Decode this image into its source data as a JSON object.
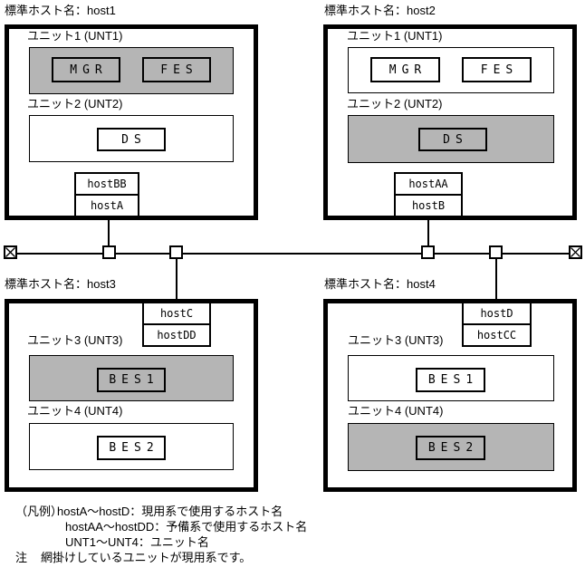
{
  "diagram": {
    "colors": {
      "shaded_fill": "#b5b5b5",
      "line": "#000000",
      "background": "#ffffff"
    },
    "hosts": [
      {
        "title": "標準ホスト名：host1",
        "units": [
          {
            "label": "ユニット1 (UNT1)",
            "shaded": true,
            "servers": [
              "MGR",
              "FES"
            ]
          },
          {
            "label": "ユニット2 (UNT2)",
            "shaded": false,
            "servers": [
              "DS"
            ]
          }
        ],
        "name_rows": [
          "hostBB",
          "hostA"
        ]
      },
      {
        "title": "標準ホスト名：host2",
        "units": [
          {
            "label": "ユニット1 (UNT1)",
            "shaded": false,
            "servers": [
              "MGR",
              "FES"
            ]
          },
          {
            "label": "ユニット2 (UNT2)",
            "shaded": true,
            "servers": [
              "DS"
            ]
          }
        ],
        "name_rows": [
          "hostAA",
          "hostB"
        ]
      },
      {
        "title": "標準ホスト名：host3",
        "units": [
          {
            "label": "ユニット3 (UNT3)",
            "shaded": true,
            "servers": [
              "BES1"
            ]
          },
          {
            "label": "ユニット4 (UNT4)",
            "shaded": false,
            "servers": [
              "BES2"
            ]
          }
        ],
        "name_rows": [
          "hostC",
          "hostDD"
        ]
      },
      {
        "title": "標準ホスト名：host4",
        "units": [
          {
            "label": "ユニット3 (UNT3)",
            "shaded": false,
            "servers": [
              "BES1"
            ]
          },
          {
            "label": "ユニット4 (UNT4)",
            "shaded": true,
            "servers": [
              "BES2"
            ]
          }
        ],
        "name_rows": [
          "hostD",
          "hostCC"
        ]
      }
    ],
    "legend": {
      "label": "（凡例）",
      "entries": [
        "hostA〜hostD：現用系で使用するホスト名",
        "hostAA〜hostDD：予備系で使用するホスト名",
        "UNT1〜UNT4：ユニット名"
      ],
      "note_label": "注",
      "note": "網掛けしているユニットが現用系です。"
    }
  }
}
